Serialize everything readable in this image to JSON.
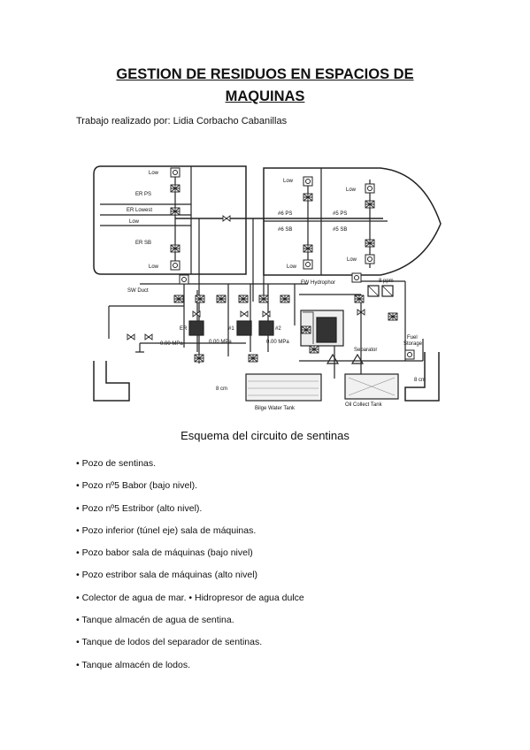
{
  "document": {
    "title_line1": "GESTION DE RESIDUOS EN ESPACIOS DE",
    "title_line2": "MAQUINAS",
    "author": "Trabajo realizado por: Lidia Corbacho Cabanillas",
    "caption": "Esquema del circuito de sentinas",
    "bullets": [
      "• Pozo de sentinas.",
      "• Pozo nº5 Babor (bajo nivel).",
      "• Pozo nº5 Estribor (alto nivel).",
      "• Pozo inferior (túnel eje) sala de máquinas.",
      "• Pozo babor sala de máquinas (bajo nivel)",
      "• Pozo estribor sala de máquinas (alto nivel)",
      "• Colector de agua de mar. • Hidropresor de agua dulce",
      "• Tanque almacén de agua de sentina.",
      "• Tanque de lodos del separador de sentinas.",
      "• Tanque almacén de lodos."
    ]
  },
  "diagram": {
    "labels": {
      "low_er_top": "Low",
      "er_ps": "ER PS",
      "er_lowest": "ER Lowest",
      "low_er_mid": "Low",
      "er_sb": "ER SB",
      "low_er_bot": "Low",
      "low_fwd_tl": "Low",
      "low_fwd_tr": "Low",
      "no6_ps": "#6 PS",
      "no5_ps": "#5 PS",
      "no6_sb": "#6 SB",
      "no5_sb": "#5 SB",
      "low_fwd_bl": "Low",
      "low_fwd_br": "Low",
      "sw_duct": "SW Duct",
      "fw_hydrophor": "FW Hydrophor",
      "ppm": "8 ppm",
      "er": "ER",
      "no1": "#1",
      "no2": "#2",
      "p1": "0.00 MPa",
      "p2": "0.00 MPa",
      "p3": "0.00 MPa",
      "separator": "Separator",
      "fuel": "Fuel",
      "storage": "Storage",
      "bcm_left": "8 cm",
      "bcm_right": "8 cm",
      "bilge_tank": "Bilge Water Tank",
      "oil_tank": "Oil Collect Tank"
    }
  }
}
